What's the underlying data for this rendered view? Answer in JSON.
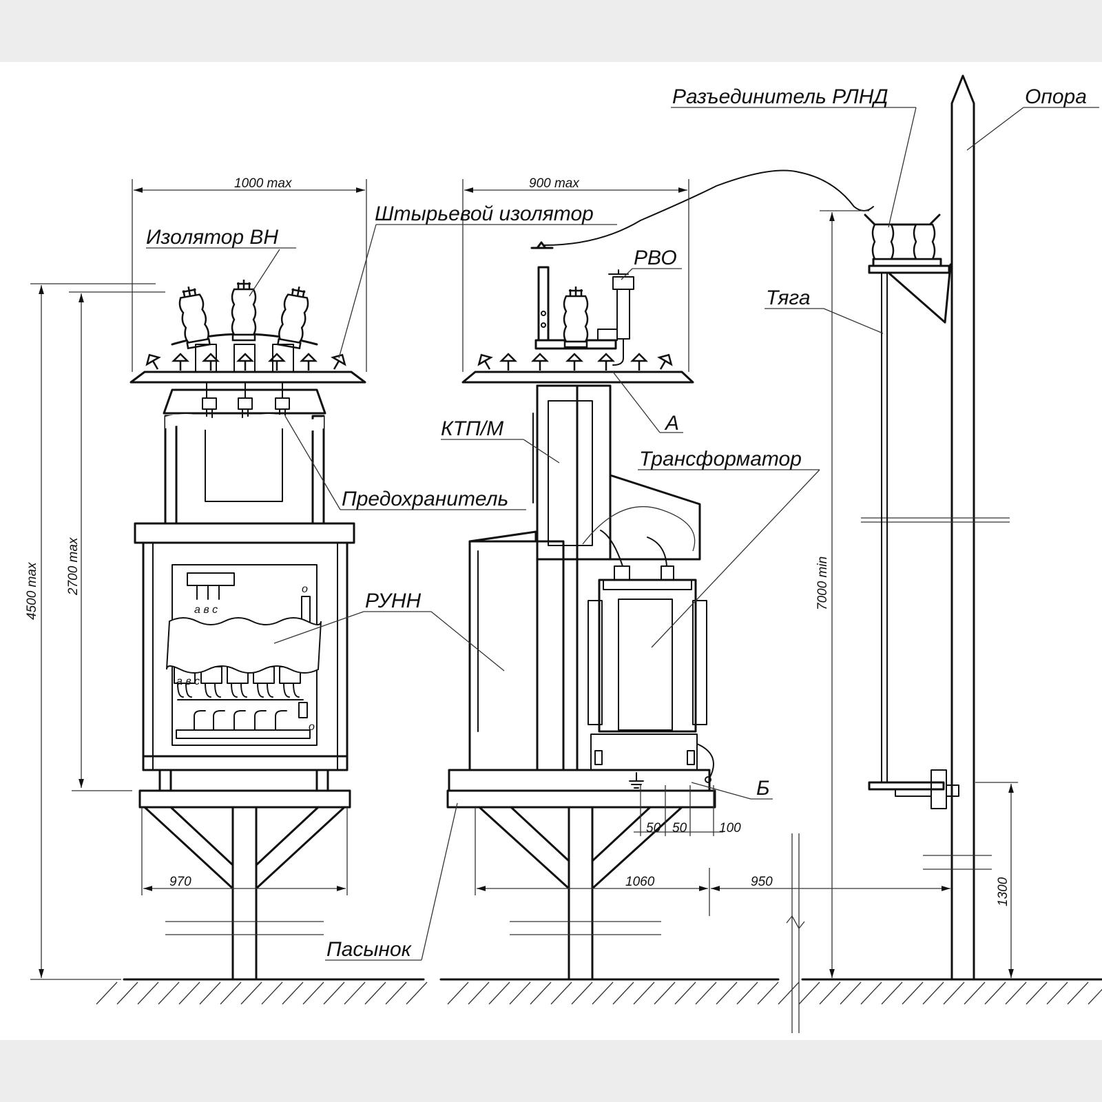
{
  "labels": {
    "razedinitel": "Разъединитель РЛНД",
    "opora": "Опора",
    "shtyrevoy_izolyator": "Штырьевой изолятор",
    "izolyator_vn": "Изолятор ВН",
    "rvo": "РВО",
    "tyaga": "Тяга",
    "a": "А",
    "ktp_m": "КТП/М",
    "transformator": "Трансформатор",
    "predokhranitel": "Предохранитель",
    "runn": "РУНН",
    "b": "Б",
    "pasynok": "Пасынок"
  },
  "dimensions": {
    "w_left_top": "1000 max",
    "w_mid_top": "900 max",
    "h_4500": "4500 max",
    "h_2700": "2700 max",
    "h_7000": "7000 min",
    "h_1300": "1300",
    "w_970": "970",
    "w_1060": "1060",
    "w_950": "950",
    "d_50a": "50",
    "d_50b": "50",
    "d_100": "100"
  },
  "phase_marks": {
    "top": "а в с",
    "bottom": "а в с",
    "o_top": "о",
    "o_bottom": "о"
  },
  "colors": {
    "background": "#ededed",
    "drawing_field": "#ffffff",
    "ink": "#111111"
  }
}
